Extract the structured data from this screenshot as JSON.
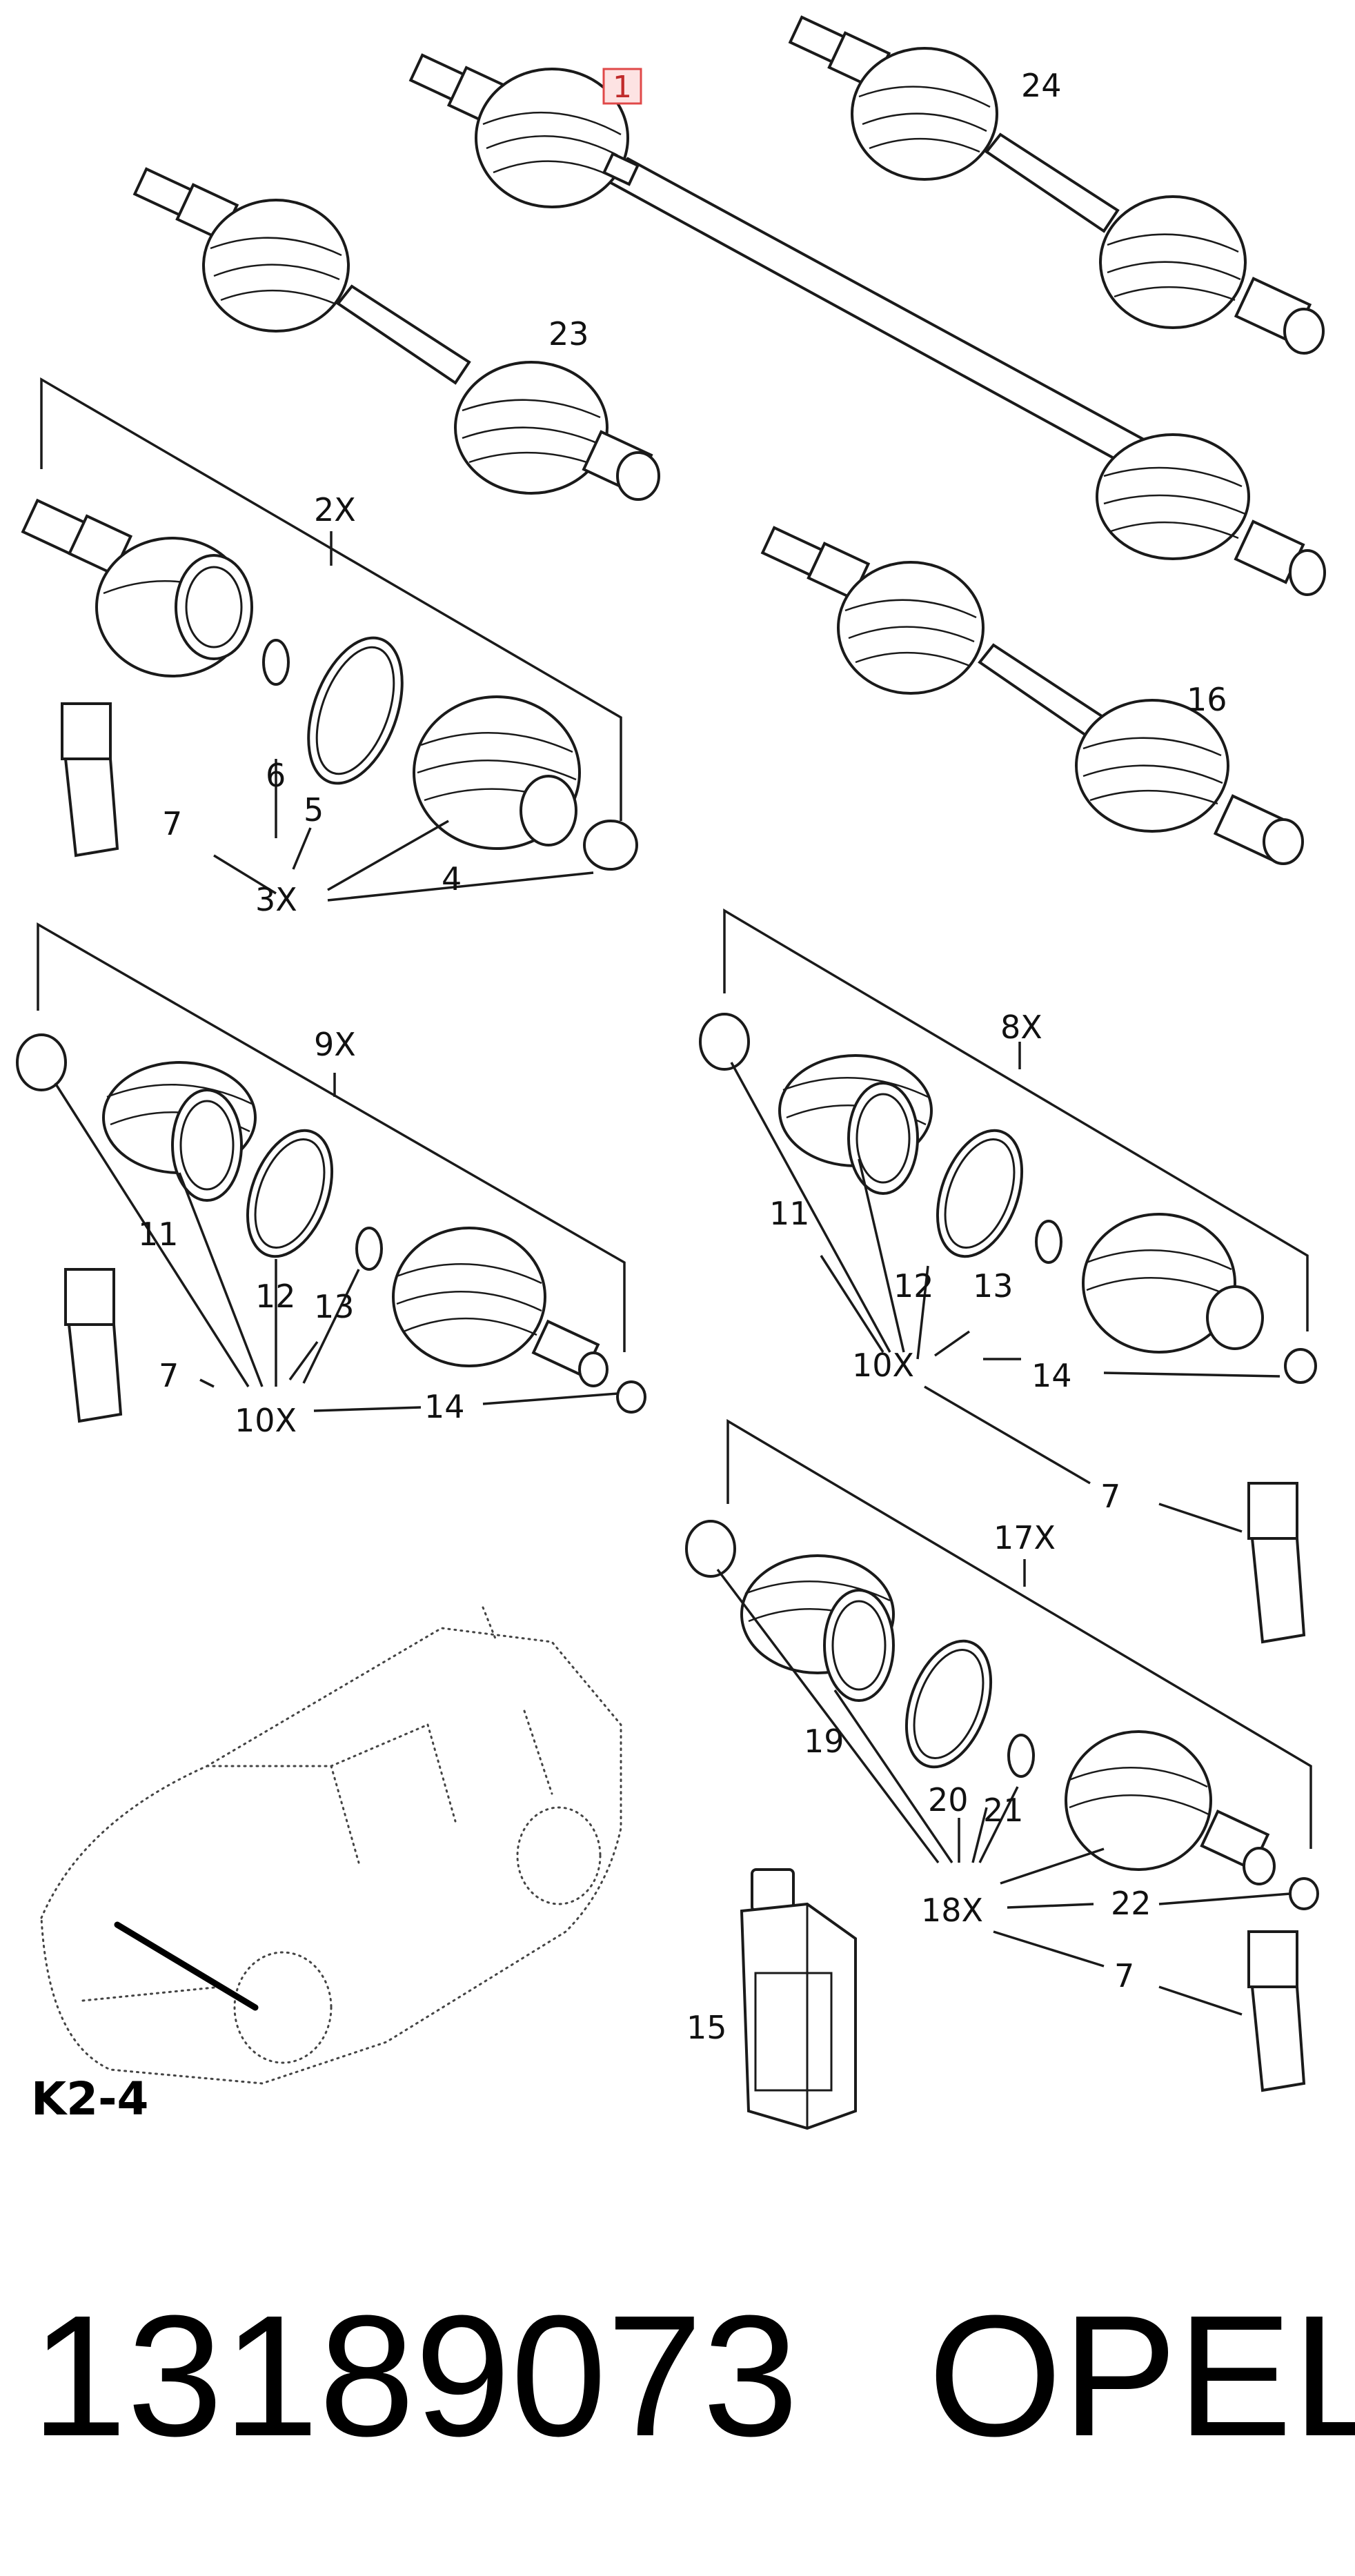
{
  "diagram": {
    "view_ref": "K2-4",
    "part_number": "13189073",
    "brand": "OPEL",
    "highlighted_callout": "1",
    "callouts": {
      "c1": "1",
      "c24": "24",
      "c23": "23",
      "c16": "16",
      "c2x": "2X",
      "c3x": "3X",
      "c4": "4",
      "c5": "5",
      "c6": "6",
      "c7a": "7",
      "c9x": "9X",
      "c10xa": "10X",
      "c11a": "11",
      "c12a": "12",
      "c13a": "13",
      "c14a": "14",
      "c7b": "7",
      "c8x": "8X",
      "c10xb": "10X",
      "c11b": "11",
      "c12b": "12",
      "c13b": "13",
      "c14b": "14",
      "c7c": "7",
      "c17x": "17X",
      "c18x": "18X",
      "c19": "19",
      "c20": "20",
      "c21": "21",
      "c22": "22",
      "c7d": "7",
      "c15": "15"
    }
  }
}
